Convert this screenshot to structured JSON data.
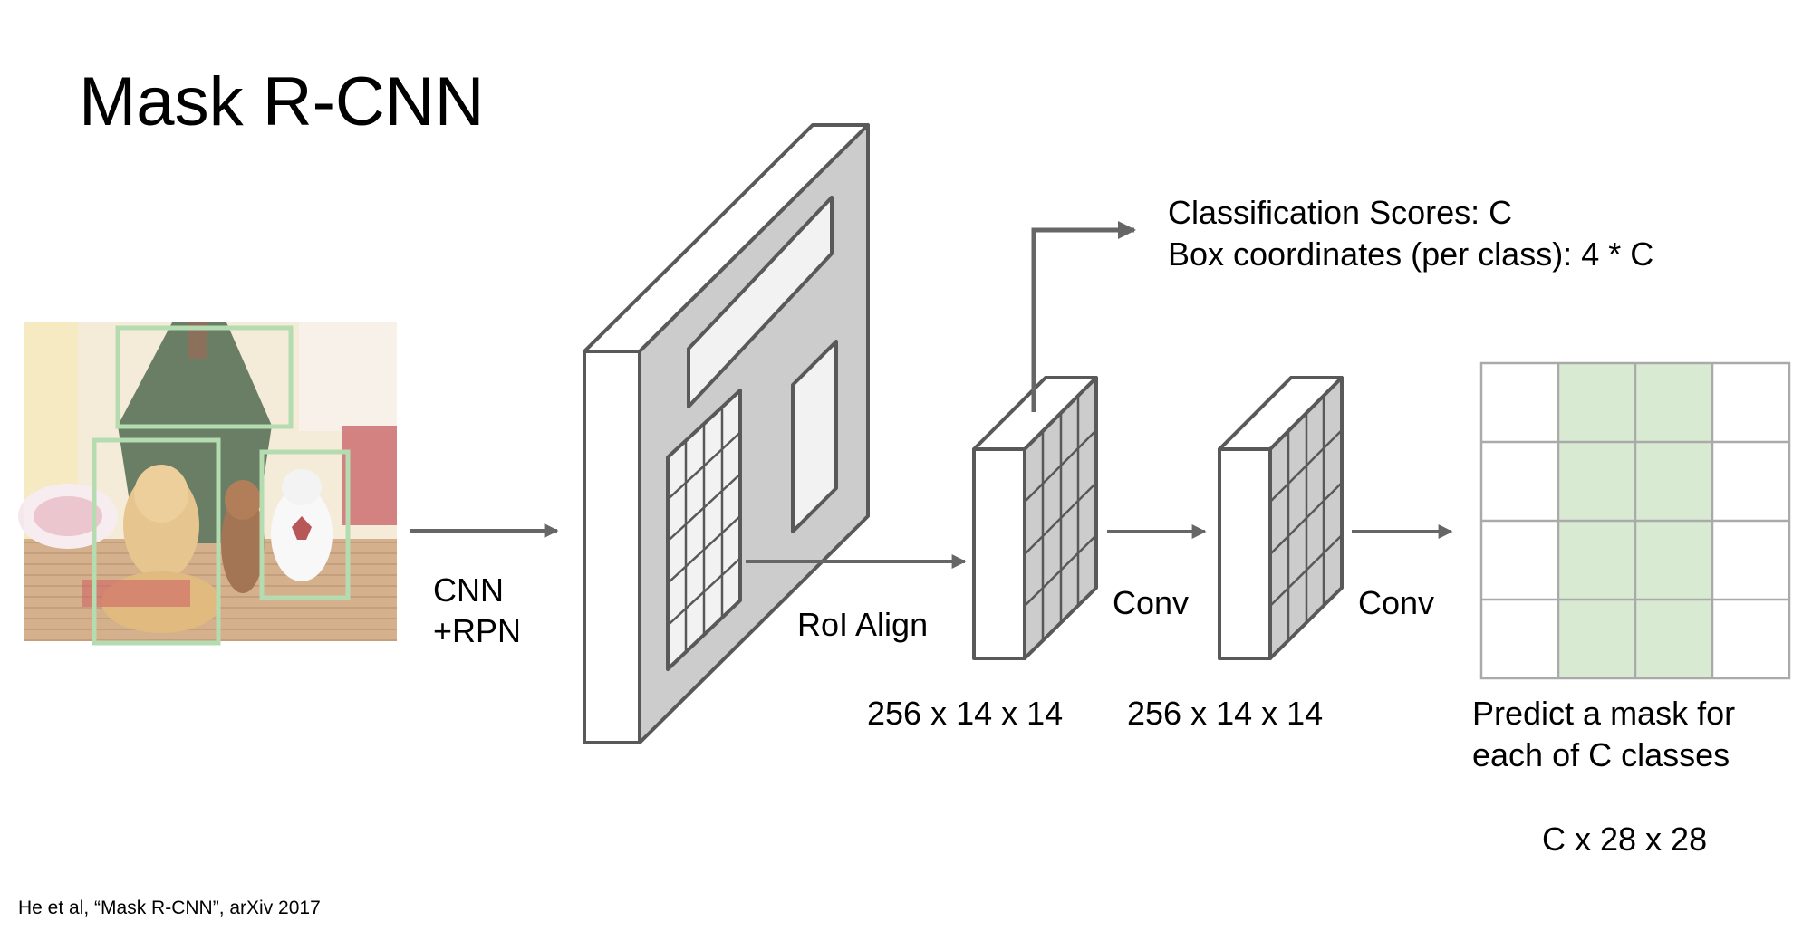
{
  "slide": {
    "title": "Mask R-CNN",
    "citation": "He et al, “Mask R-CNN”, arXiv 2017"
  },
  "diagram": {
    "input_image_label": "",
    "stage1_label_line1": "CNN",
    "stage1_label_line2": "+RPN",
    "roi_label": "RoI Align",
    "feature_dims_1": "256 x 14 x 14",
    "conv_label_1": "Conv",
    "feature_dims_2": "256 x 14 x 14",
    "conv_label_2": "Conv",
    "cls_scores": "Classification Scores: C",
    "box_coords": "Box coordinates (per class): 4 * C",
    "mask_line1": "Predict a mask for",
    "mask_line2": "each of C classes",
    "mask_dims": "C x 28 x 28",
    "colors": {
      "box_green": "#b4dcb0",
      "mask_green": "#d9ead3",
      "stroke": "#595959",
      "arrow": "#666666",
      "face_gray": "#cccccc"
    }
  }
}
